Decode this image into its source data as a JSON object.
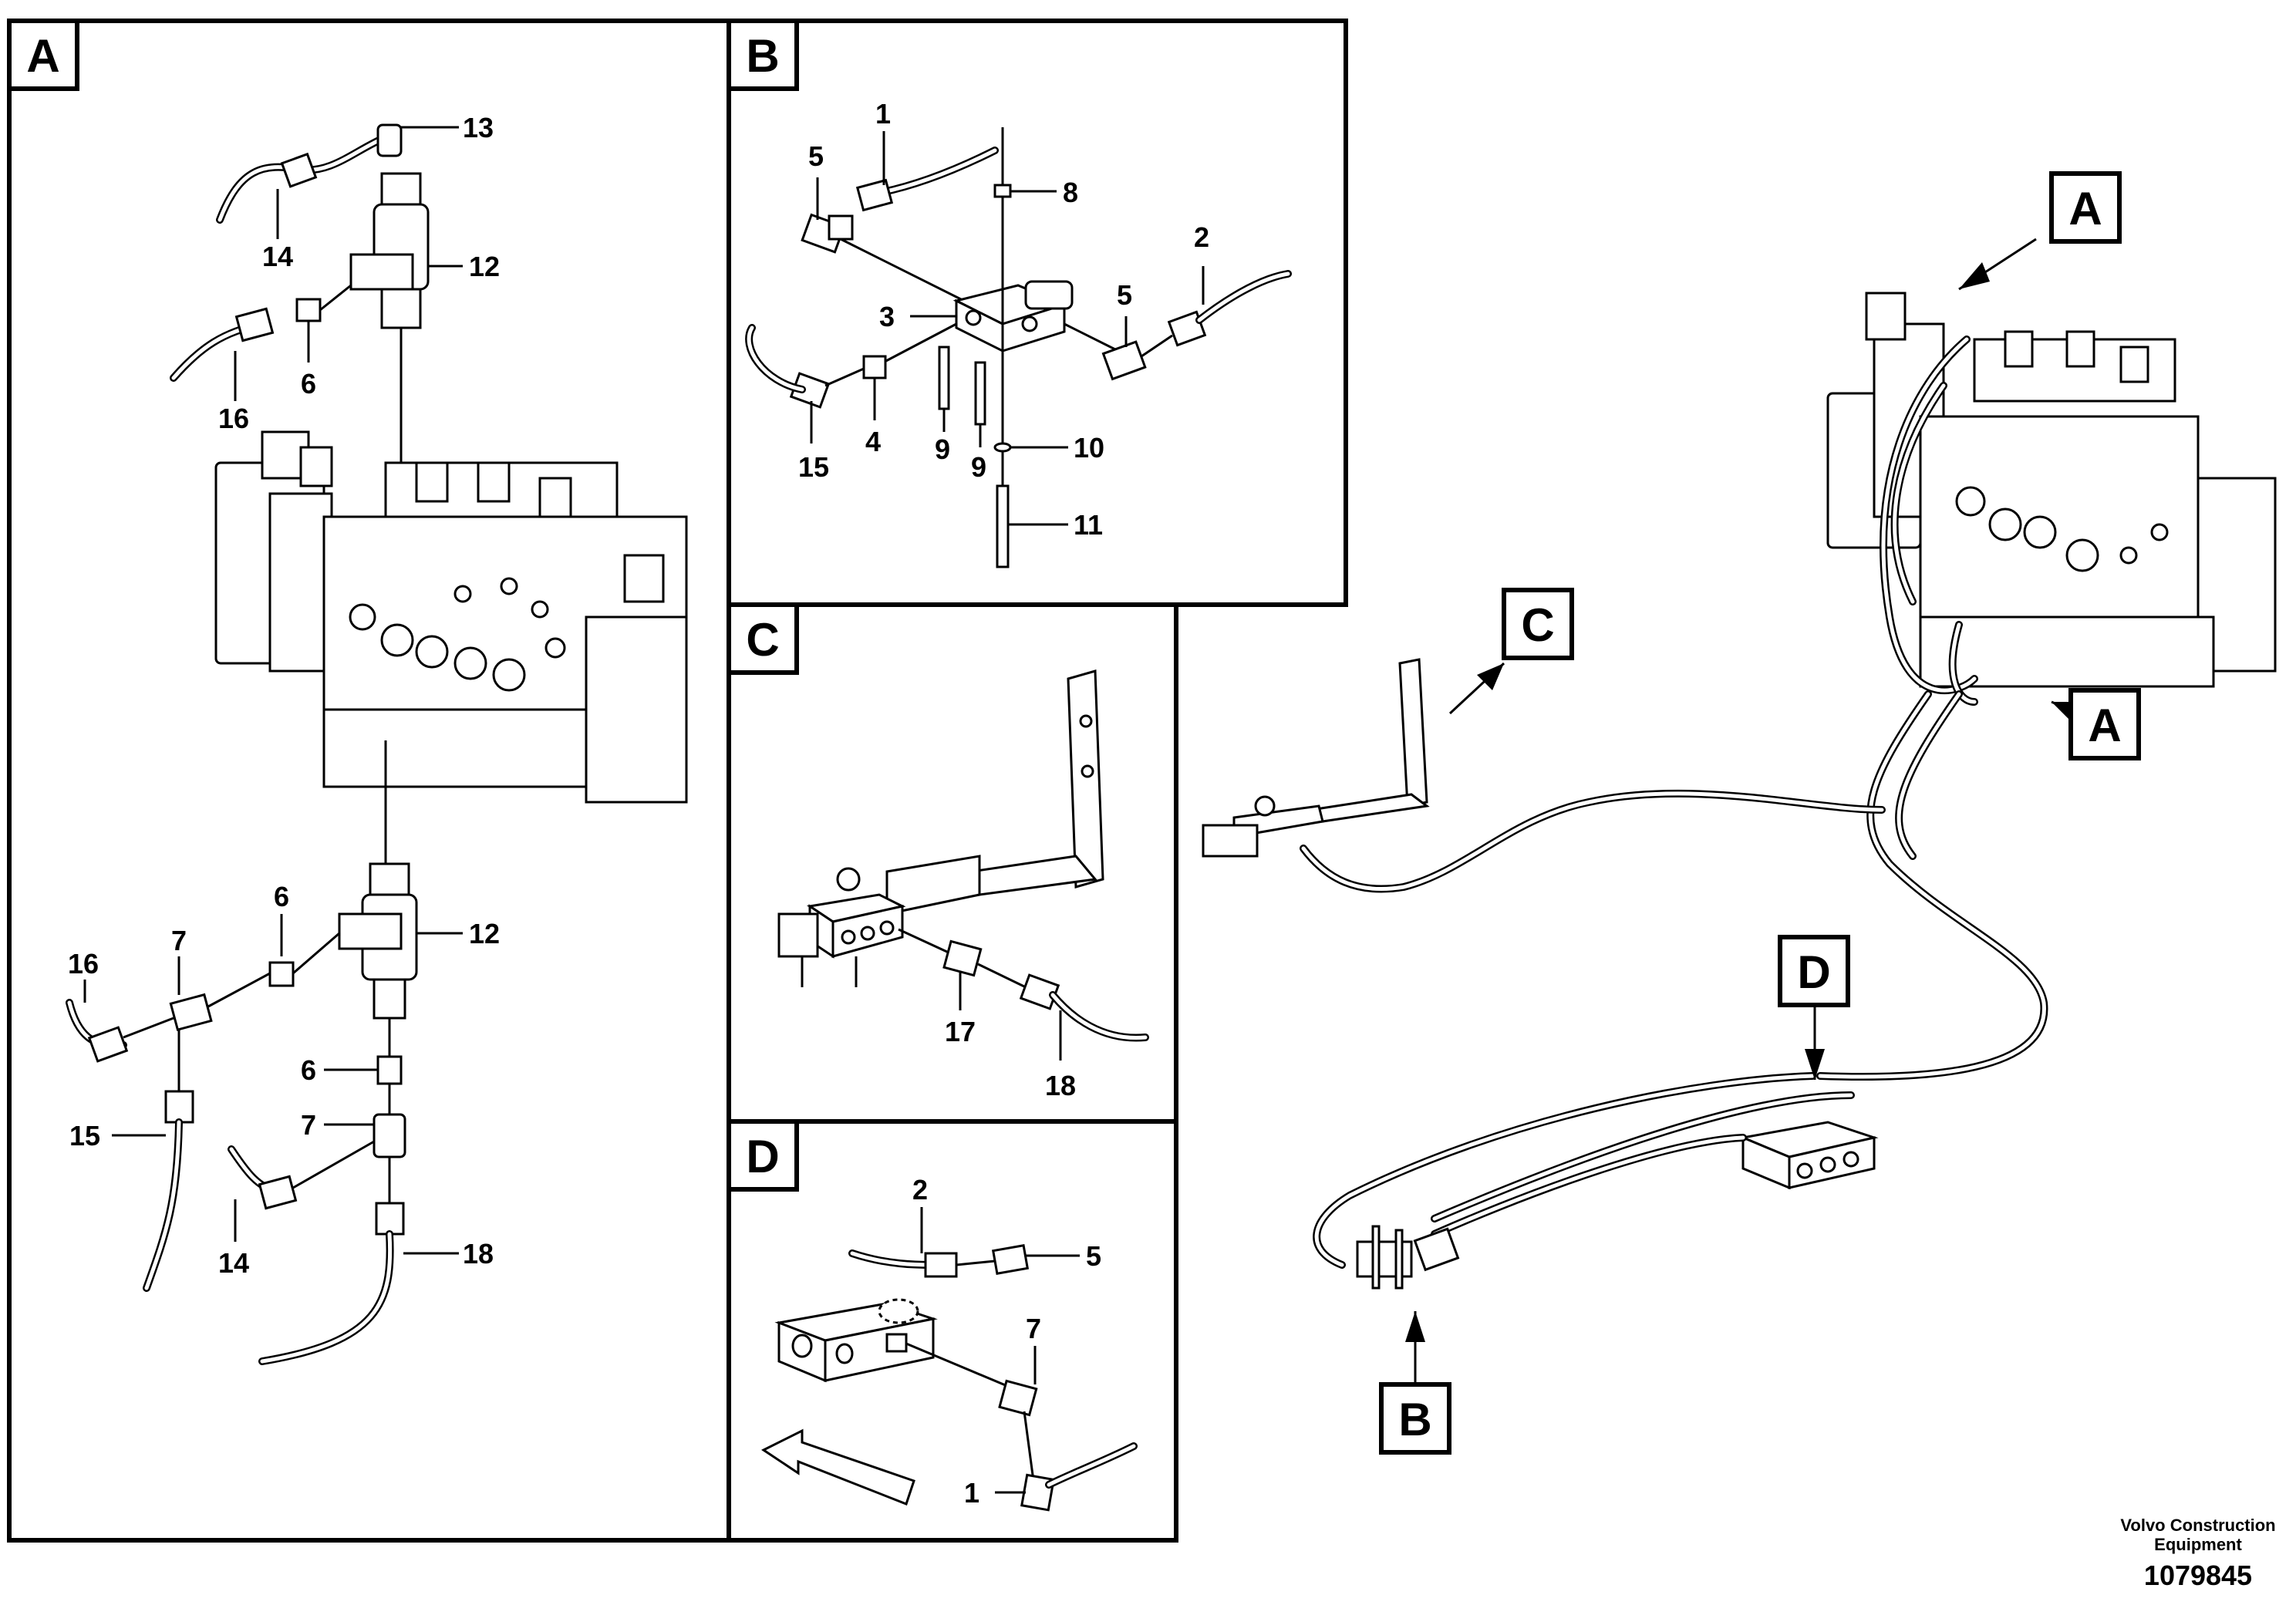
{
  "panels": {
    "A": {
      "tag": "A",
      "callouts": {
        "c13": "13",
        "c12a": "12",
        "c14a": "14",
        "c16a": "16",
        "c6a": "6",
        "c6b": "6",
        "c12b": "12",
        "c16b": "16",
        "c7a": "7",
        "c15": "15",
        "c6c": "6",
        "c7b": "7",
        "c14b": "14",
        "c18": "18"
      }
    },
    "B": {
      "tag": "B",
      "callouts": {
        "c1": "1",
        "c5a": "5",
        "c8": "8",
        "c2": "2",
        "c3": "3",
        "c5b": "5",
        "c9a": "9",
        "c10": "10",
        "c15": "15",
        "c4": "4",
        "c9b": "9",
        "c11": "11"
      }
    },
    "C": {
      "tag": "C",
      "callouts": {
        "c17": "17",
        "c18": "18"
      }
    },
    "D": {
      "tag": "D",
      "callouts": {
        "c2": "2",
        "c5": "5",
        "c7": "7",
        "c1": "1"
      }
    }
  },
  "overview": {
    "tagA1": "A",
    "tagA2": "A",
    "tagC": "C",
    "tagD": "D",
    "tagB": "B"
  },
  "credit": {
    "line1": "Volvo Construction",
    "line2": "Equipment",
    "number": "1079845"
  }
}
